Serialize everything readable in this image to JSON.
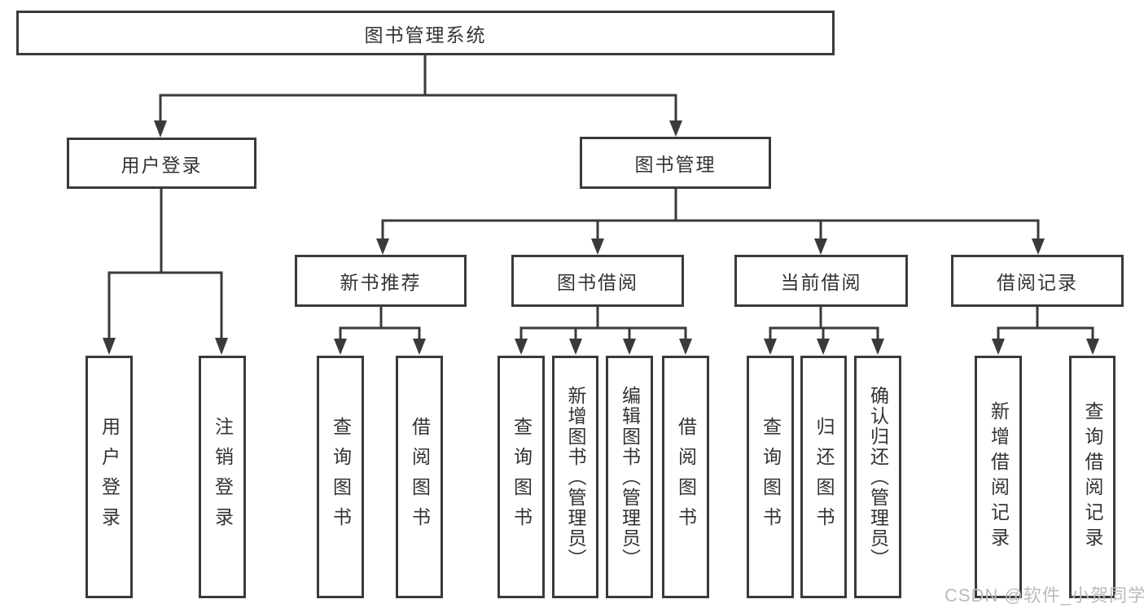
{
  "diagram": {
    "title_node": {
      "label": "图书管理系统"
    },
    "level2": [
      {
        "label": "用户登录"
      },
      {
        "label": "图书管理"
      }
    ],
    "level3": [
      {
        "label": "新书推荐"
      },
      {
        "label": "图书借阅"
      },
      {
        "label": "当前借阅"
      },
      {
        "label": "借阅记录"
      }
    ],
    "leaves": {
      "user_login": [
        {
          "label": "用户登录"
        },
        {
          "label": "注销登录"
        }
      ],
      "new_book_recommend": [
        {
          "label": "查询图书"
        },
        {
          "label": "借阅图书"
        }
      ],
      "book_borrow": [
        {
          "label": "查询图书"
        },
        {
          "label": "新增图书（管理员）"
        },
        {
          "label": "编辑图书（管理员）"
        },
        {
          "label": "借阅图书"
        }
      ],
      "current_borrow": [
        {
          "label": "查询图书"
        },
        {
          "label": "归还图书"
        },
        {
          "label": "确认归还（管理员）"
        }
      ],
      "borrow_records": [
        {
          "label": "新增借阅记录"
        },
        {
          "label": "查询借阅记录"
        }
      ]
    },
    "watermark": "CSDN @软件_小贺同学",
    "colors": {
      "line": "#3a3a3a",
      "text": "#333333",
      "watermark": "#b9bcc0",
      "background": "#ffffff"
    }
  }
}
